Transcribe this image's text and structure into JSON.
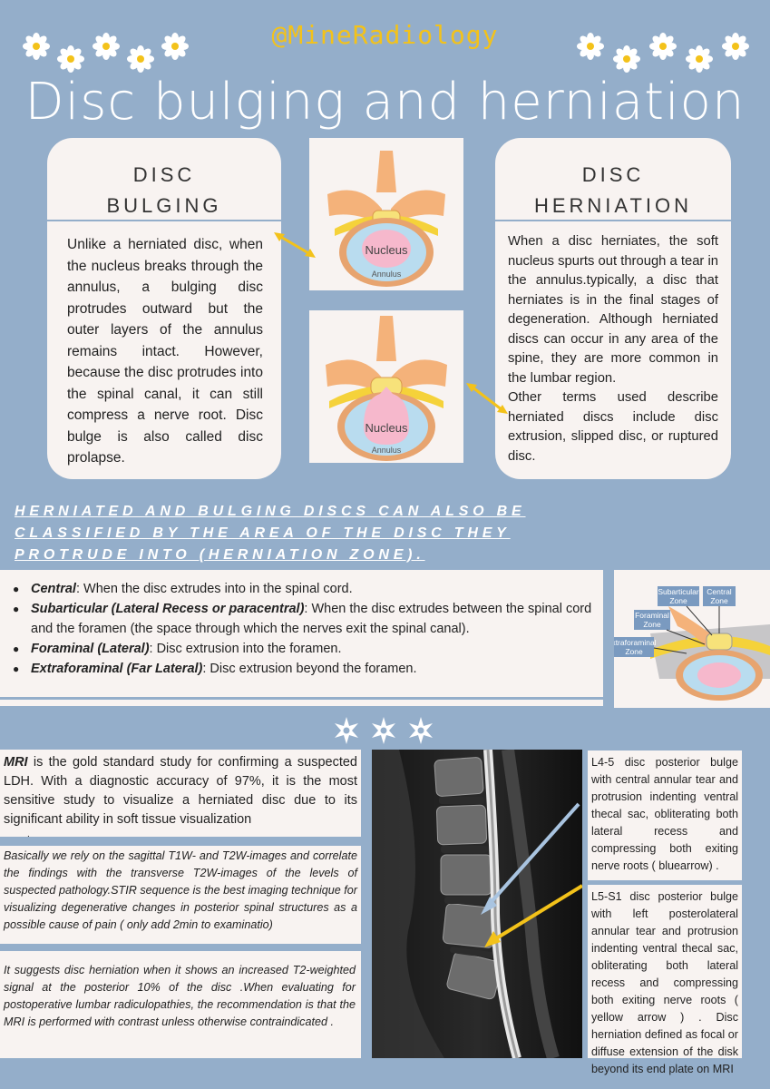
{
  "header": {
    "handle": "@MineRadiology",
    "title": "Disc bulging and herniation"
  },
  "bulging": {
    "heading_line1": "DISC",
    "heading_line2": "BULGING",
    "body": "Unlike a herniated disc, when the nucleus breaks through the annulus, a bulging disc protrudes outward but the outer layers of the annulus remains intact. However, because the disc protrudes into the spinal canal, it can still compress a nerve root. Disc bulge is also called disc prolapse."
  },
  "herniation": {
    "heading_line1": "DISC",
    "heading_line2": "HERNIATION",
    "body1": "When a disc herniates, the soft nucleus spurts out through a tear in the annulus.typically, a disc that herniates is in the final stages of degeneration. Although herniated discs can occur in any area of the spine, they are more common in the lumbar region.",
    "body2": "Other terms used describe herniated discs include disc extrusion, slipped disc, or ruptured disc."
  },
  "diagram_labels": {
    "nucleus": "Nucleus",
    "annulus": "Annulus"
  },
  "classification": "Herniated and bulging discs can also be classified by the area of the disc they protrude into (herniation zone).",
  "zones": [
    {
      "term": "Central",
      "desc": ": When the disc extrudes into in the spinal cord."
    },
    {
      "term": "Subarticular (Lateral Recess or paracentral)",
      "desc": ": When the disc extrudes between the spinal cord and the foramen (the space through which the nerves exit the spinal canal)."
    },
    {
      "term": "Foraminal (Lateral)",
      "desc": ": Disc extrusion into the foramen."
    },
    {
      "term": "Extraforaminal (Far Lateral)",
      "desc": ": Disc extrusion beyond the foramen."
    }
  ],
  "zone_labels": {
    "subarticular_1": "Subarticular",
    "subarticular_2": "Zone",
    "central_1": "Central",
    "central_2": "Zone",
    "foraminal_1": "Foraminal",
    "foraminal_2": "Zone",
    "extraforaminal_1": "xtraforaminal",
    "extraforaminal_2": "Zone"
  },
  "mri": {
    "term": "MRI",
    "intro": " is the gold standard study for confirming a suspected LDH. With a diagnostic accuracy of 97%, it is the most sensitive study to visualize a herniated disc due to its significant ability in soft tissue visualization",
    "dot": ".",
    "text1": "Basically we rely on the sagittal T1W- and T2W-images and correlate the findings with the transverse T2W-images of the levels of suspected pathology.STIR sequence is the best imaging technique for visualizing degenerative changes in posterior spinal structures as a possible cause of pain ( only add 2min to examinatio)",
    "text2": "It suggests disc herniation when it shows an increased T2-weighted signal at the posterior 10% of the disc .When evaluating for postoperative lumbar radiculopathies, the recommendation is that the MRI is performed with contrast unless otherwise contraindicated .",
    "caption1": "L4-5 disc posterior bulge with central annular tear and protrusion indenting ventral thecal sac, obliterating both lateral recess and compressing both exiting nerve roots ( bluearrow) .",
    "caption2": "L5-S1 disc posterior bulge with left posterolateral annular tear and protrusion indenting ventral thecal sac, obliterating both lateral recess and compressing both exiting nerve roots ( yellow arrow ) . Disc herniation defined as focal or diffuse extension of the disk beyond its end plate on MRI"
  },
  "colors": {
    "background": "#94aeca",
    "card": "#f8f3f1",
    "accent": "#f3c21a",
    "blue_arrow": "#a9c4e0"
  }
}
